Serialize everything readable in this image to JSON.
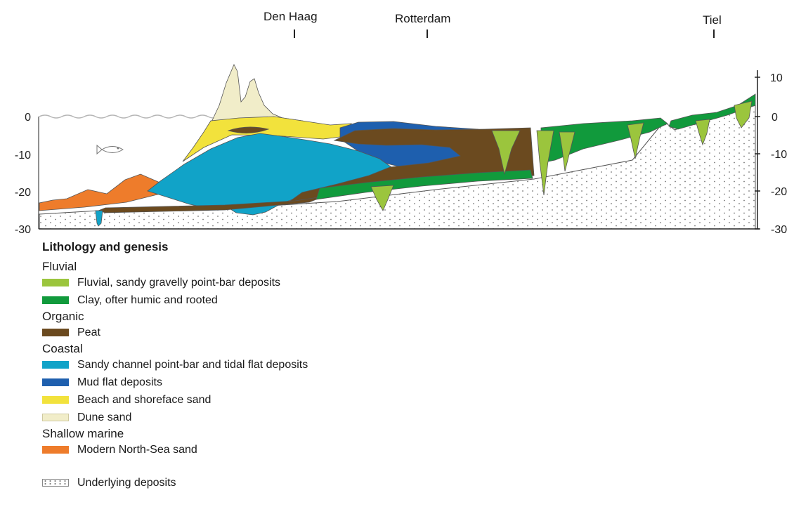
{
  "cities": [
    {
      "name": "Den Haag"
    },
    {
      "name": "Rotterdam"
    },
    {
      "name": "Tiel"
    }
  ],
  "axis": {
    "left_ticks": [
      "0",
      "-10",
      "-20",
      "-30"
    ],
    "right_ticks": [
      "10",
      "0",
      "-10",
      "-20",
      "-30"
    ]
  },
  "legend": {
    "title": "Lithology and genesis",
    "groups": [
      {
        "name": "Fluvial",
        "items": [
          {
            "label": "Fluvial, sandy gravelly point-bar deposits",
            "color": "#9bc53d"
          },
          {
            "label": "Clay, ofter humic and rooted",
            "color": "#119a3c"
          }
        ]
      },
      {
        "name": "Organic",
        "items": [
          {
            "label": "Peat",
            "color": "#6b4a1f"
          }
        ]
      },
      {
        "name": "Coastal",
        "items": [
          {
            "label": "Sandy channel point-bar and tidal flat deposits",
            "color": "#11a3c8"
          },
          {
            "label": "Mud flat deposits",
            "color": "#1e5fae"
          },
          {
            "label": "Beach and shoreface sand",
            "color": "#f2e23c"
          },
          {
            "label": "Dune sand",
            "color": "#f1edc9"
          }
        ]
      },
      {
        "name": "Shallow marine",
        "items": [
          {
            "label": "Modern North-Sea sand",
            "color": "#ee7c2b"
          }
        ]
      }
    ],
    "underlying": {
      "label": "Underlying deposits"
    }
  },
  "colors": {
    "fluvial_sand": "#9bc53d",
    "clay": "#119a3c",
    "peat": "#6b4a1f",
    "channel_sand": "#11a3c8",
    "mud_flat": "#1e5fae",
    "beach_sand": "#f2e23c",
    "dune_sand": "#f1edc9",
    "north_sea_sand": "#ee7c2b"
  },
  "icons": [
    "fish-icon"
  ]
}
